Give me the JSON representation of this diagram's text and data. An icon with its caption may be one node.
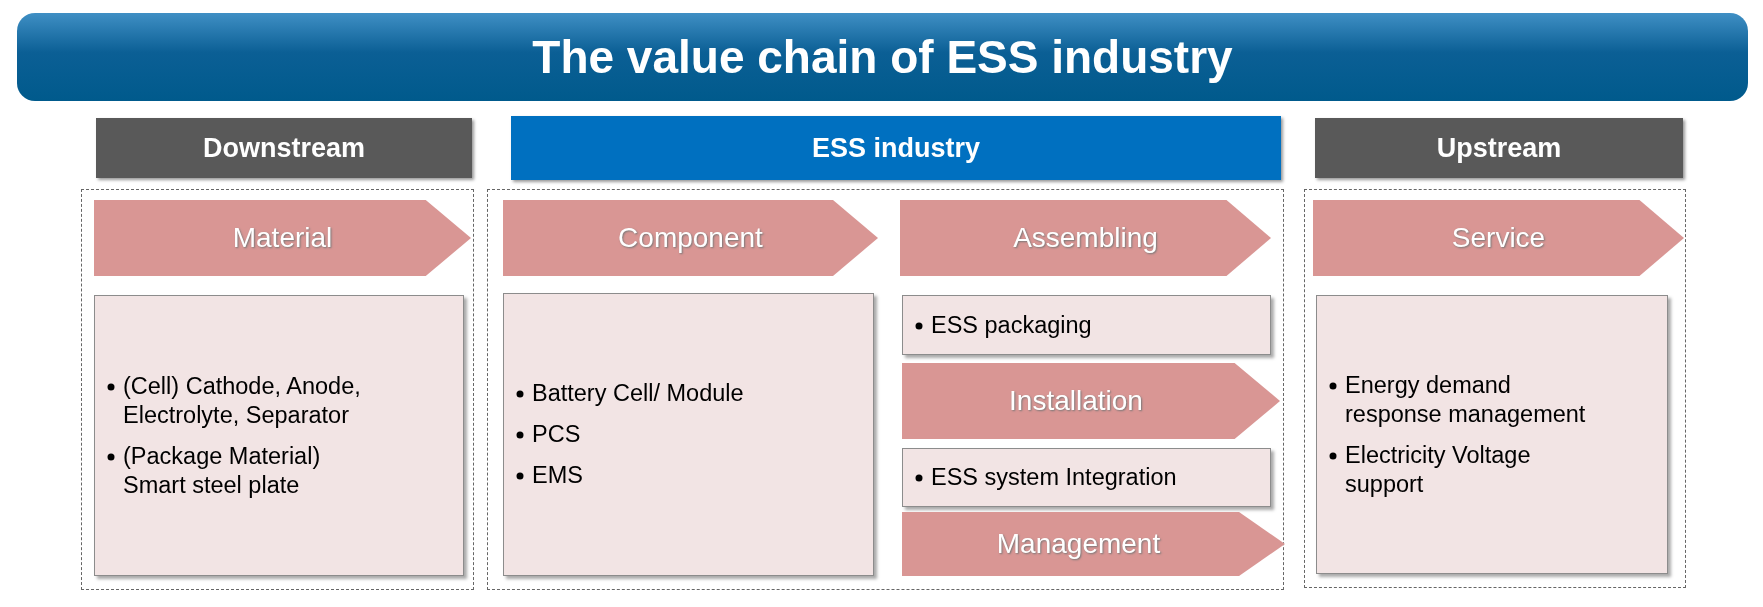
{
  "diagram": {
    "title": "The value chain of ESS industry",
    "nodes": [
      {
        "text": [
          "Downstream"
        ]
      },
      {
        "text": [
          "ESS industry"
        ]
      },
      {
        "text": [
          "Upstream"
        ]
      },
      {
        "text": [],
        "shape": "box"
      },
      {
        "text": [
          "Material"
        ],
        "in": 3
      },
      {
        "text": [
          "(Cell) Cathode, Anode, Electrolyte, Separator",
          "(Package Material) Smart steel plate"
        ],
        "in": 3
      },
      {
        "text": [],
        "shape": "box"
      },
      {
        "text": [
          "Component"
        ],
        "in": 6
      },
      {
        "text": [
          "Battery Cell/ Module",
          "PCS",
          "EMS"
        ],
        "in": 6
      },
      {
        "text": [
          "Assembling"
        ],
        "in": 6
      },
      {
        "text": [
          "ESS packaging"
        ],
        "in": 6
      },
      {
        "text": [
          "Installation"
        ],
        "in": 6
      },
      {
        "text": [
          "ESS system Integration"
        ],
        "in": 6
      },
      {
        "text": [
          "Management"
        ],
        "in": 6
      },
      {
        "text": [],
        "shape": "box"
      },
      {
        "text": [
          "Service"
        ],
        "in": 14
      },
      {
        "text": [
          "Energy demand response  management",
          "Electricity Voltage support"
        ],
        "in": 14
      }
    ]
  }
}
